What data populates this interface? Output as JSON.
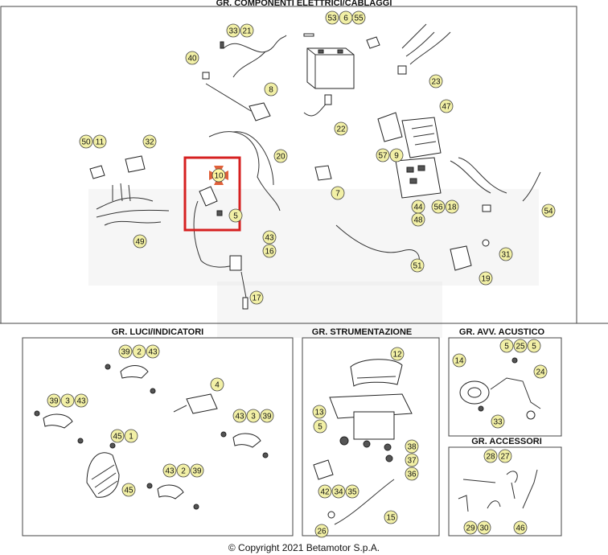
{
  "sections": {
    "top_title": "GR. COMPONENTI ELETTRICI/CABLAGGI",
    "lights": "GR. LUCI/INDICATORI",
    "instruments": "GR. STRUMENTAZIONE",
    "horn": "GR. AVV. ACUSTICO",
    "accessories": "GR. ACCESSORI"
  },
  "footer": "© Copyright 2021 Betamotor S.p.A.",
  "highlight": {
    "part": "10",
    "color": "#d62020"
  },
  "callouts": {
    "c53": "53",
    "c6": "6",
    "c55": "55",
    "c33": "33",
    "c21": "21",
    "c40": "40",
    "c23": "23",
    "c8": "8",
    "c22": "22",
    "c47": "47",
    "c50": "50",
    "c11": "11",
    "c32": "32",
    "c10": "10",
    "c20": "20",
    "c57": "57",
    "c9": "9",
    "c7": "7",
    "c44": "44",
    "c56": "56",
    "c18": "18",
    "c54": "54",
    "c48": "48",
    "c5a": "5",
    "c49": "49",
    "c43a": "43",
    "c16": "16",
    "c51": "51",
    "c31": "31",
    "c19": "19",
    "c17": "17",
    "c39a": "39",
    "c2a": "2",
    "c43b": "43",
    "c4": "4",
    "c39b": "39",
    "c3a": "3",
    "c43c": "43",
    "c43d": "43",
    "c3b": "3",
    "c39c": "39",
    "c45a": "45",
    "c1": "1",
    "c45b": "45",
    "c43e": "43",
    "c2b": "2",
    "c39d": "39",
    "c12": "12",
    "c13": "13",
    "c5b": "5",
    "c38": "38",
    "c37": "37",
    "c36": "36",
    "c42": "42",
    "c34": "34",
    "c35": "35",
    "c15": "15",
    "c26": "26",
    "c14": "14",
    "c5c": "5",
    "c25": "25",
    "c5d": "5",
    "c24": "24",
    "c33b": "33",
    "c28": "28",
    "c27": "27",
    "c29": "29",
    "c30": "30",
    "c46": "46"
  }
}
